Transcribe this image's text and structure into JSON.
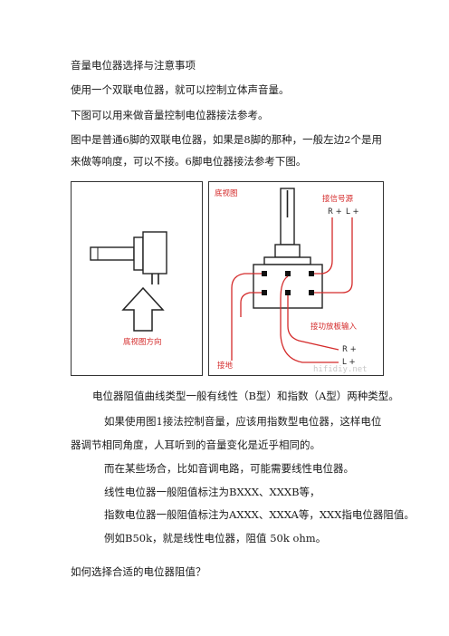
{
  "doc": {
    "title": "音量电位器选择与注意事项",
    "p1": "使用一个双联电位器，就可以控制立体声音量。",
    "p2": "下图可以用来做音量控制电位器接法参考。",
    "p3a": "图中是普通6脚的双联电位器，如果是8脚的那种，一般左边2个是用",
    "p3b": "来做等响度，可以不接。6脚电位器接法参考下图。",
    "p4": "电位器阻值曲线类型一般有线性（B型）和指数（A型）两种类型。",
    "p5a": "如果使用图1接法控制音量，应该用指数型电位器，这样电位",
    "p5b": "器调节相同角度，人耳听到的音量变化是近乎相同的。",
    "p6": "而在某些场合，比如音调电路，可能需要线性电位器。",
    "p7": "线性电位器一般阻值标注为BXXX、XXXB等，",
    "p8": "指数电位器一般阻值标注为AXXX、XXXA等，XXX指电位器阻值。",
    "p9": "例如B50k，就是线性电位器，阻值 50k ohm。",
    "p10": "如何选择合适的电位器阻值？"
  },
  "figure": {
    "left_caption": "底视图方向",
    "right_title": "底视图",
    "signal_source": "接信号源",
    "signal_r": "R +",
    "signal_l": "L +",
    "ground": "接地",
    "amp_input": "接功放板输入",
    "amp_r": "R +",
    "amp_l": "L +",
    "watermark": "hifidiy.net",
    "accent_color": "#d42a2a"
  }
}
